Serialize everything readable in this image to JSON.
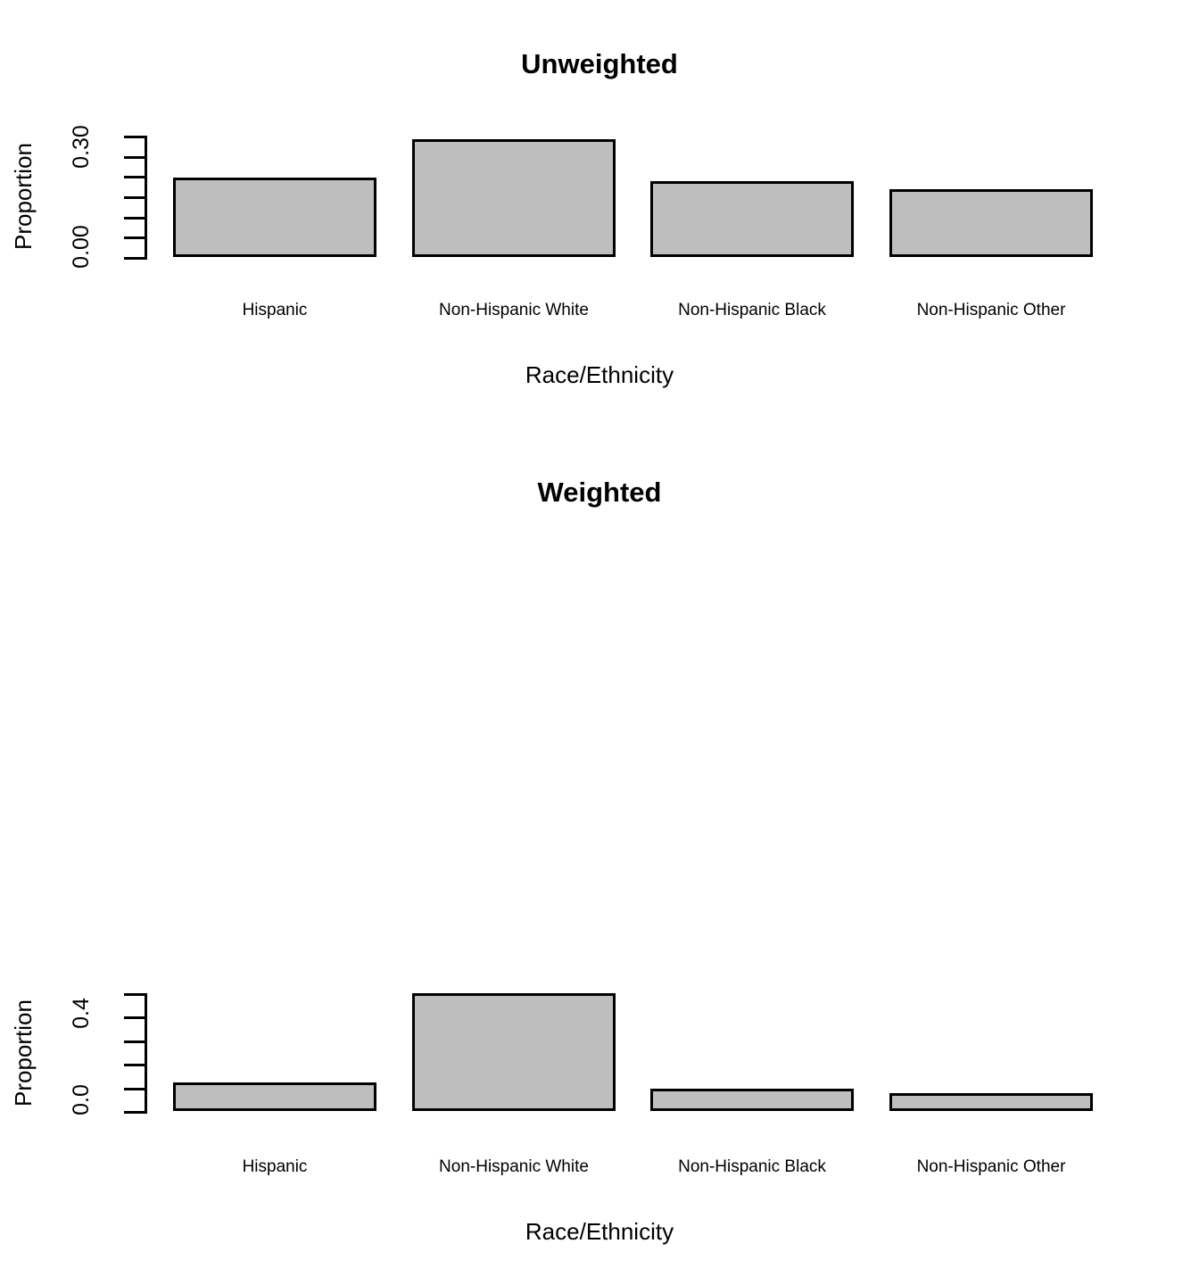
{
  "figure": {
    "background": "#ffffff",
    "bar_fill": "#bebebe",
    "bar_border": "#000000"
  },
  "panels": [
    {
      "id": "unweighted",
      "title": "Unweighted",
      "ylabel": "Proportion",
      "xlabel": "Race/Ethnicity",
      "ytick_labels": [
        "0.00",
        "0.30"
      ]
    },
    {
      "id": "weighted",
      "title": "Weighted",
      "ylabel": "Proportion",
      "xlabel": "Race/Ethnicity",
      "ytick_labels": [
        "0.0",
        "0.4"
      ]
    }
  ],
  "chart_data": [
    {
      "type": "bar",
      "title": "Unweighted",
      "xlabel": "Race/Ethnicity",
      "ylabel": "Proportion",
      "categories": [
        "Hispanic",
        "Non-Hispanic White",
        "Non-Hispanic Black",
        "Non-Hispanic Other"
      ],
      "values": [
        0.196,
        0.291,
        0.187,
        0.168
      ],
      "ylim": [
        0.0,
        0.3
      ],
      "yticks": [
        0.0,
        0.05,
        0.1,
        0.15,
        0.2,
        0.25,
        0.3
      ],
      "ytick_labels": [
        "0.00",
        "",
        "",
        "",
        "",
        "",
        "0.30"
      ],
      "grid": false,
      "legend": "none"
    },
    {
      "type": "bar",
      "title": "Weighted",
      "xlabel": "Race/Ethnicity",
      "ylabel": "Proportion",
      "categories": [
        "Hispanic",
        "Non-Hispanic White",
        "Non-Hispanic Black",
        "Non-Hispanic Other"
      ],
      "values": [
        0.097,
        0.4,
        0.076,
        0.061
      ],
      "ylim": [
        0.0,
        0.4
      ],
      "yticks": [
        0.0,
        0.08,
        0.16,
        0.24,
        0.32,
        0.4
      ],
      "ytick_labels": [
        "0.0",
        "",
        "",
        "",
        "",
        "0.4"
      ],
      "grid": false,
      "legend": "none"
    }
  ]
}
